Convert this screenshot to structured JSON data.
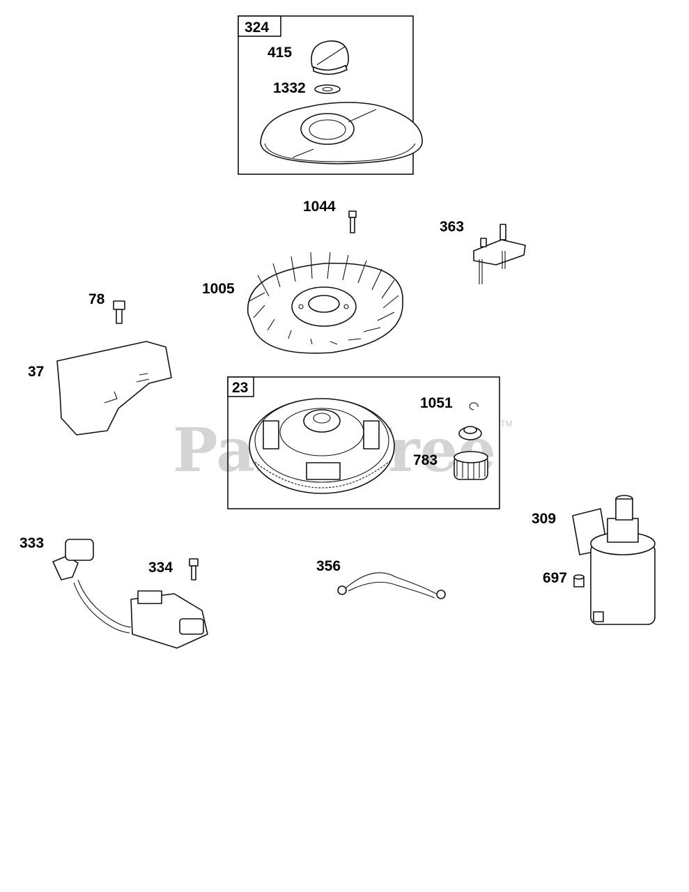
{
  "watermark": {
    "text": "PartsTree",
    "tm": "TM"
  },
  "kits": [
    {
      "id": "kit-324",
      "label": "324"
    },
    {
      "id": "kit-23",
      "label": "23"
    }
  ],
  "callouts": {
    "p415": "415",
    "p1332": "1332",
    "p1044": "1044",
    "p363": "363",
    "p1005": "1005",
    "p78": "78",
    "p37": "37",
    "p1051": "1051",
    "p783": "783",
    "p309": "309",
    "p697": "697",
    "p333": "333",
    "p334": "334",
    "p356": "356"
  },
  "colors": {
    "line": "#111111",
    "watermark": "#d4d4d4"
  }
}
